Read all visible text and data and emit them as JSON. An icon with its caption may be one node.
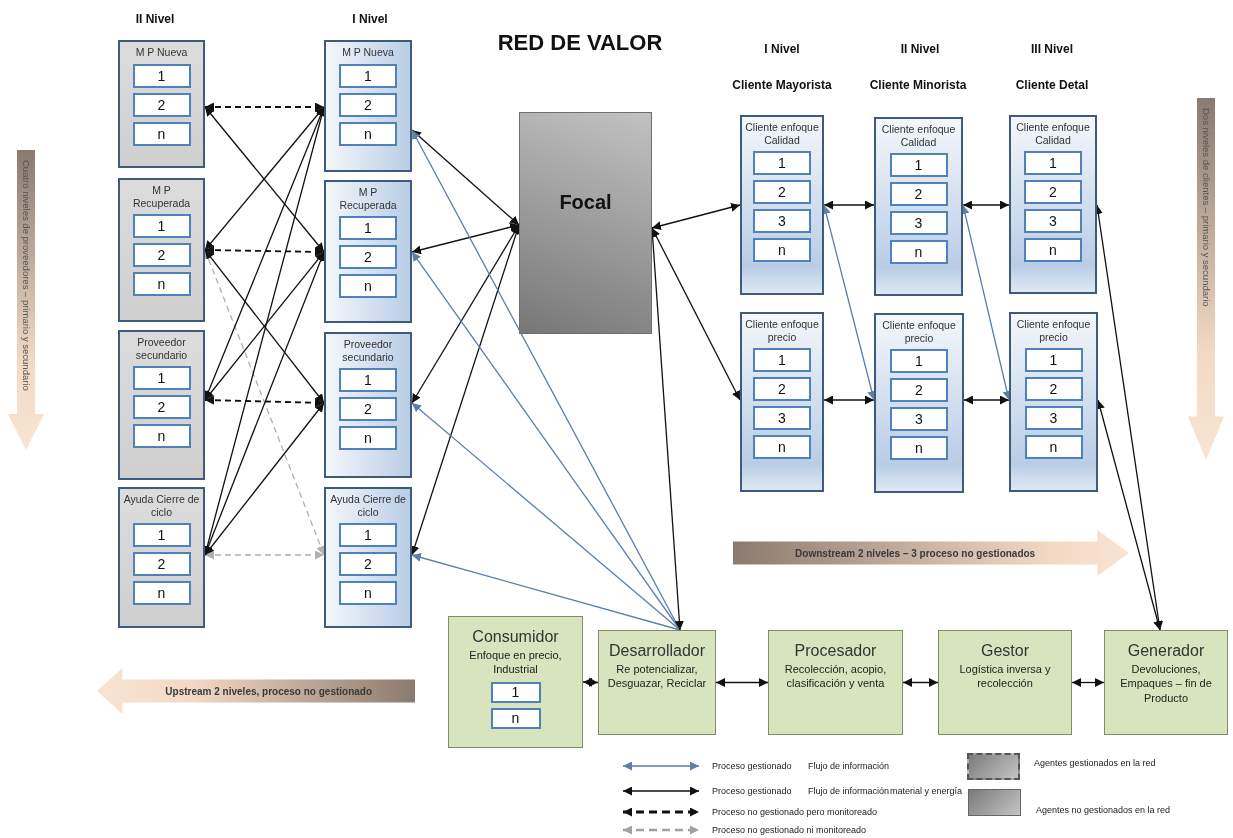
{
  "diagram": {
    "title": "RED DE VALOR",
    "nodes": [
      {
        "text": [
          "M P Nueva"
        ]
      },
      {
        "text": [
          "1"
        ],
        "in": 0
      },
      {
        "text": [
          "2"
        ],
        "in": 0
      },
      {
        "text": [
          "n"
        ],
        "in": 0
      },
      {
        "text": [
          "M P Recuperada"
        ]
      },
      {
        "text": [
          "1"
        ],
        "in": 4
      },
      {
        "text": [
          "2"
        ],
        "in": 4
      },
      {
        "text": [
          "n"
        ],
        "in": 4
      },
      {
        "text": [
          "Proveedor secundario"
        ]
      },
      {
        "text": [
          "1"
        ],
        "in": 8
      },
      {
        "text": [
          "2"
        ],
        "in": 8
      },
      {
        "text": [
          "n"
        ],
        "in": 8
      },
      {
        "text": [
          "Ayuda Cierre de ciclo"
        ]
      },
      {
        "text": [
          "1"
        ],
        "in": 12
      },
      {
        "text": [
          "2"
        ],
        "in": 12
      },
      {
        "text": [
          "n"
        ],
        "in": 12
      },
      {
        "text": [
          "M P Nueva"
        ]
      },
      {
        "text": [
          "1"
        ],
        "in": 16
      },
      {
        "text": [
          "2"
        ],
        "in": 16
      },
      {
        "text": [
          "n"
        ],
        "in": 16
      },
      {
        "text": [
          "M P Recuperada"
        ]
      },
      {
        "text": [
          "1"
        ],
        "in": 20
      },
      {
        "text": [
          "2"
        ],
        "in": 20
      },
      {
        "text": [
          "n"
        ],
        "in": 20
      },
      {
        "text": [
          "Proveedor secundario"
        ]
      },
      {
        "text": [
          "1"
        ],
        "in": 24
      },
      {
        "text": [
          "2"
        ],
        "in": 24
      },
      {
        "text": [
          "n"
        ],
        "in": 24
      },
      {
        "text": [
          "Ayuda Cierre de ciclo"
        ]
      },
      {
        "text": [
          "1"
        ],
        "in": 28
      },
      {
        "text": [
          "2"
        ],
        "in": 28
      },
      {
        "text": [
          "n"
        ],
        "in": 28
      },
      {
        "text": [
          "Focal"
        ]
      },
      {
        "text": [
          "Cliente enfoque Calidad"
        ]
      },
      {
        "text": [
          "1"
        ],
        "in": 33
      },
      {
        "text": [
          "2"
        ],
        "in": 33
      },
      {
        "text": [
          "3"
        ],
        "in": 33
      },
      {
        "text": [
          "n"
        ],
        "in": 33
      },
      {
        "text": [
          "Cliente enfoque Calidad"
        ]
      },
      {
        "text": [
          "1"
        ],
        "in": 38
      },
      {
        "text": [
          "2"
        ],
        "in": 38
      },
      {
        "text": [
          "3"
        ],
        "in": 38
      },
      {
        "text": [
          "n"
        ],
        "in": 38
      },
      {
        "text": [
          "Cliente enfoque Calidad"
        ]
      },
      {
        "text": [
          "1"
        ],
        "in": 43
      },
      {
        "text": [
          "2"
        ],
        "in": 43
      },
      {
        "text": [
          "3"
        ],
        "in": 43
      },
      {
        "text": [
          "n"
        ],
        "in": 43
      },
      {
        "text": [
          "Cliente enfoque precio"
        ]
      },
      {
        "text": [
          "1"
        ],
        "in": 48
      },
      {
        "text": [
          "2"
        ],
        "in": 48
      },
      {
        "text": [
          "3"
        ],
        "in": 48
      },
      {
        "text": [
          "n"
        ],
        "in": 48
      },
      {
        "text": [
          "Cliente enfoque precio"
        ]
      },
      {
        "text": [
          "1"
        ],
        "in": 53
      },
      {
        "text": [
          "2"
        ],
        "in": 53
      },
      {
        "text": [
          "3"
        ],
        "in": 53
      },
      {
        "text": [
          "n"
        ],
        "in": 53
      },
      {
        "text": [
          "Cliente enfoque precio"
        ]
      },
      {
        "text": [
          "1"
        ],
        "in": 58
      },
      {
        "text": [
          "2"
        ],
        "in": 58
      },
      {
        "text": [
          "3"
        ],
        "in": 58
      },
      {
        "text": [
          "n"
        ],
        "in": 58
      },
      {
        "text": [
          "Consumidor",
          "Enfoque en precio, Industrial"
        ]
      },
      {
        "text": [
          "1"
        ],
        "in": 63
      },
      {
        "text": [
          "n"
        ],
        "in": 63
      },
      {
        "text": [
          "Desarrollador",
          "Re potencializar, Desguazar, Reciclar"
        ]
      },
      {
        "text": [
          "Procesador",
          "Recolección, acopio, clasificación y venta"
        ]
      },
      {
        "text": [
          "Gestor",
          "Logística inversa y recolección"
        ]
      },
      {
        "text": [
          "Generador",
          "Devoluciones, Empaques – fin de Producto"
        ]
      }
    ],
    "edges": [
      {
        "from": 0,
        "to": 16,
        "arrow": "both",
        "style": "dashed"
      },
      {
        "from": 4,
        "to": 20,
        "arrow": "both",
        "style": "dashed"
      },
      {
        "from": 8,
        "to": 24,
        "arrow": "both",
        "style": "dashed"
      },
      {
        "from": 12,
        "to": 28,
        "arrow": "both",
        "style": "dashed",
        "color": "#b0b0b0"
      },
      {
        "from": 4,
        "to": 28,
        "arrow": "both",
        "style": "dashed",
        "color": "#b0b0b0"
      },
      {
        "from": 0,
        "to": 20,
        "arrow": "both"
      },
      {
        "from": 16,
        "to": 4,
        "arrow": "both"
      },
      {
        "from": 16,
        "to": 8,
        "arrow": "both"
      },
      {
        "from": 16,
        "to": 12,
        "arrow": "both"
      },
      {
        "from": 20,
        "to": 8,
        "arrow": "both"
      },
      {
        "from": 20,
        "to": 12,
        "arrow": "both"
      },
      {
        "from": 4,
        "to": 24,
        "arrow": "both"
      },
      {
        "from": 24,
        "to": 12,
        "arrow": "both"
      },
      {
        "from": 32,
        "to": 16,
        "arrow": "both"
      },
      {
        "from": 32,
        "to": 20,
        "arrow": "both"
      },
      {
        "from": 32,
        "to": 24,
        "arrow": "both"
      },
      {
        "from": 32,
        "to": 28,
        "arrow": "both"
      },
      {
        "from": 66,
        "to": 16,
        "arrow": "to",
        "color": "#5a7fa8"
      },
      {
        "from": 66,
        "to": 20,
        "arrow": "to",
        "color": "#5a7fa8"
      },
      {
        "from": 66,
        "to": 24,
        "arrow": "to",
        "color": "#5a7fa8"
      },
      {
        "from": 66,
        "to": 28,
        "arrow": "to",
        "color": "#5a7fa8"
      },
      {
        "from": 66,
        "to": 32,
        "arrow": "both"
      },
      {
        "from": 32,
        "to": 33,
        "arrow": "both"
      },
      {
        "from": 32,
        "to": 48,
        "arrow": "both"
      },
      {
        "from": 33,
        "to": 38,
        "arrow": "both"
      },
      {
        "from": 38,
        "to": 43,
        "arrow": "both"
      },
      {
        "from": 48,
        "to": 53,
        "arrow": "both"
      },
      {
        "from": 53,
        "to": 58,
        "arrow": "both"
      },
      {
        "from": 33,
        "to": 53,
        "arrow": "both",
        "color": "#5a7fa8"
      },
      {
        "from": 38,
        "to": 58,
        "arrow": "both",
        "color": "#5a7fa8"
      },
      {
        "from": 69,
        "to": 43,
        "arrow": "both"
      },
      {
        "from": 69,
        "to": 58,
        "arrow": "both"
      },
      {
        "from": 63,
        "to": 66,
        "arrow": "both"
      },
      {
        "from": 66,
        "to": 67,
        "arrow": "both"
      },
      {
        "from": 67,
        "to": 68,
        "arrow": "both"
      },
      {
        "from": 68,
        "to": 69,
        "arrow": "both"
      }
    ],
    "labels": [
      "II Nivel",
      "I Nivel",
      "I Nivel",
      "Cliente Mayorista",
      "II Nivel",
      "Cliente Minorista",
      "III Nivel",
      "Cliente Detal",
      "Cuatro niveles de proveedores – primario y secundario",
      "Dos niveles de clientes – primario y secundario",
      "Downstream 2 niveles – 3 proceso no gestionados",
      "Upstream 2 niveles, proceso no gestionado",
      "Flujo de información",
      "Flujo de información",
      "material y energía"
    ],
    "legend": [
      {
        "text": "Proceso gestionado"
      },
      {
        "text": "Proceso gestionado"
      },
      {
        "text": "Proceso no gestionado pero monitoreado"
      },
      {
        "text": "Proceso no gestionado ni monitoreado"
      },
      {
        "text": "Agentes gestionados en la red"
      },
      {
        "text": "Agentes no gestionados en la red"
      }
    ]
  }
}
